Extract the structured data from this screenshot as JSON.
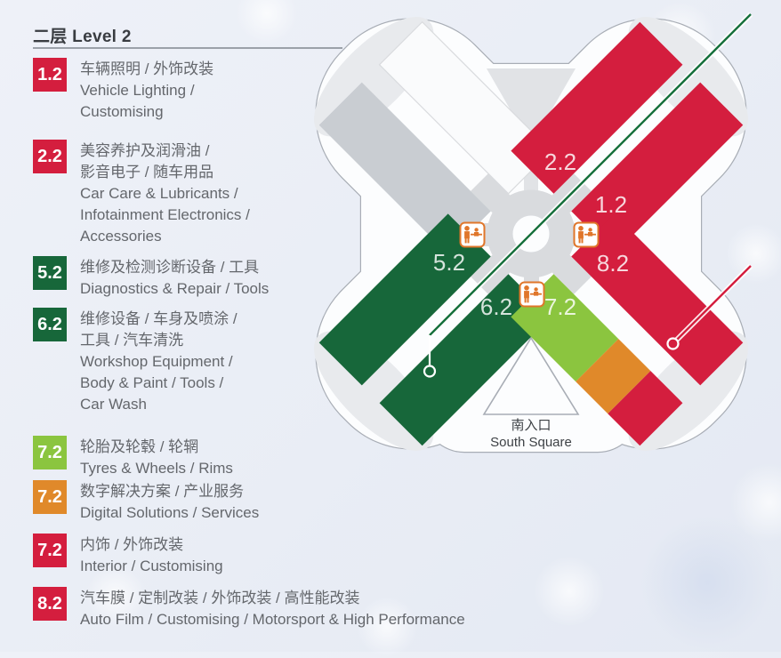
{
  "page": {
    "title": "二层 Level 2"
  },
  "legend": {
    "items": [
      {
        "code": "1.2",
        "color": "#d41e3e",
        "lines": [
          "车辆照明 / 外饰改装",
          "Vehicle Lighting /",
          "Customising"
        ]
      },
      {
        "code": "2.2",
        "color": "#d41e3e",
        "lines": [
          "美容养护及润滑油 /",
          "影音电子 / 随车用品",
          "Car Care & Lubricants /",
          "Infotainment Electronics /",
          "Accessories"
        ]
      },
      {
        "code": "5.2",
        "color": "#17673a",
        "lines": [
          "维修及检测诊断设备 / 工具",
          "Diagnostics & Repair / Tools"
        ]
      },
      {
        "code": "6.2",
        "color": "#17673a",
        "lines": [
          "维修设备 / 车身及喷涂 /",
          "工具 / 汽车清洗",
          "Workshop Equipment /",
          "Body & Paint / Tools /",
          "Car Wash"
        ]
      },
      {
        "code": "7.2",
        "color": "#8bc53f",
        "lines": [
          "轮胎及轮毂 / 轮辋",
          "Tyres & Wheels / Rims"
        ]
      },
      {
        "code": "7.2",
        "color": "#e0892a",
        "lines": [
          "数字解决方案 / 产业服务",
          "Digital Solutions / Services"
        ]
      },
      {
        "code": "7.2",
        "color": "#d41e3e",
        "lines": [
          "内饰 / 外饰改装",
          "Interior / Customising"
        ]
      },
      {
        "code": "8.2",
        "color": "#d41e3e",
        "lines": [
          "汽车膜 / 定制改装 / 外饰改装 / 高性能改装",
          "Auto Film / Customising / Motorsport & High Performance"
        ]
      }
    ]
  },
  "map": {
    "hall_labels": {
      "l22": "2.2",
      "l12": "1.2",
      "l52": "5.2",
      "l82": "8.2",
      "l62": "6.2",
      "l72": "7.2"
    },
    "south_entrance": {
      "cn": "南入口",
      "en": "South Square"
    },
    "icons": {
      "elevator": "elevator-icon"
    },
    "colors": {
      "red": "#d41e3e",
      "dark_green": "#17673a",
      "light_green": "#8bc53f",
      "orange": "#e0892a",
      "grey_hall": "#c9cdd2",
      "white_hall": "#fafbfc",
      "corridor": "#d9dbde",
      "leader_green": "#156f3b",
      "leader_red": "#d41e3e",
      "icon_orange": "#e0762a"
    }
  }
}
